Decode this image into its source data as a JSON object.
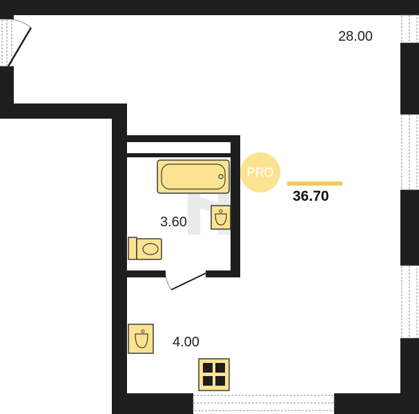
{
  "rooms": [
    {
      "id": "living",
      "area": "28.00"
    },
    {
      "id": "bathroom",
      "area": "3.60"
    },
    {
      "id": "hall",
      "area": "4.00"
    }
  ],
  "total_area": "36.70",
  "badge": {
    "text": "PRO",
    "color": "#fce391"
  },
  "colors": {
    "wall": "#1e1e1e",
    "fixture": "#fce391",
    "fixture_stroke": "#3a3a3a",
    "accent": "#f4c95d"
  },
  "icons": [
    "bathtub-icon",
    "washbasin-icon",
    "toilet-icon",
    "stove-icon",
    "watermark-logo"
  ]
}
